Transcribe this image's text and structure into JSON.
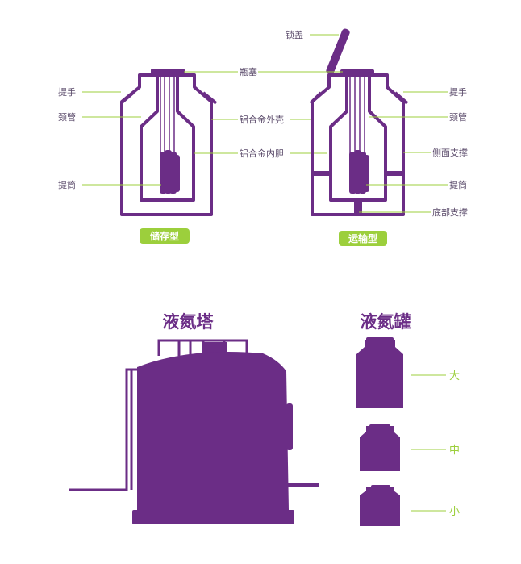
{
  "colors": {
    "accent": "#6b2d86",
    "leader": "#9ccf3c",
    "label": "#5a4a6a"
  },
  "storage": {
    "badge": "储存型",
    "labels": {
      "handle": "提手",
      "neck": "颈管",
      "canister": "提筒",
      "plug": "瓶塞",
      "shell": "铝合金外壳",
      "inner": "铝合金内胆"
    }
  },
  "transport": {
    "badge": "运输型",
    "labels": {
      "lid": "锁盖",
      "handle": "提手",
      "neck": "颈管",
      "side_support": "侧面支撑",
      "canister": "提筒",
      "bottom_support": "底部支撑"
    }
  },
  "tower": {
    "title": "液氮塔"
  },
  "tanks": {
    "title": "液氮罐",
    "sizes": {
      "large": "大",
      "medium": "中",
      "small": "小"
    }
  }
}
